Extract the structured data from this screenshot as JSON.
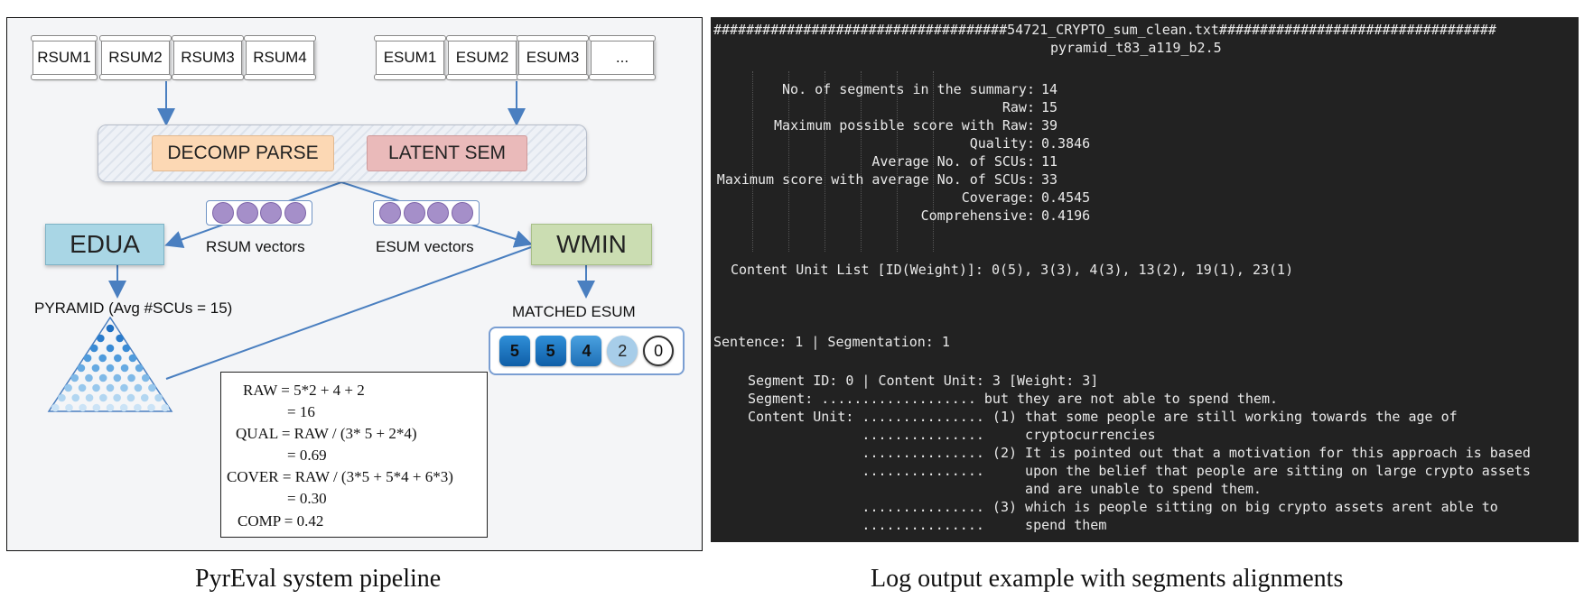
{
  "left": {
    "rsum_docs": [
      "RSUM1",
      "RSUM2",
      "RSUM3",
      "RSUM4"
    ],
    "esum_docs": [
      "ESUM1",
      "ESUM2",
      "ESUM3",
      "..."
    ],
    "decomp": "DECOMP PARSE",
    "latent": "LATENT SEM",
    "edua": "EDUA",
    "wmin": "WMIN",
    "rsum_vectors": "RSUM vectors",
    "esum_vectors": "ESUM vectors",
    "pyramid_label": "PYRAMID (Avg #SCUs = 15)",
    "matched_label": "MATCHED ESUM",
    "matched_scores": [
      "5",
      "5",
      "4",
      "2",
      "0"
    ],
    "formulas": [
      "RAW = 5*2 + 4 + 2",
      "= 16",
      "QUAL = RAW / (3* 5 + 2*4)",
      "= 0.69",
      "COVER = RAW / (3*5 + 5*4 + 6*3)",
      "= 0.30",
      "COMP = 0.42"
    ]
  },
  "log": {
    "header": "####################################54721_CRYPTO_sum_clean.txt##################################",
    "subheader": "pyramid_t83_a119_b2.5",
    "stats": [
      {
        "label": "No. of segments in the summary:",
        "value": "14"
      },
      {
        "label": "Raw:",
        "value": "15"
      },
      {
        "label": "Maximum possible score with Raw:",
        "value": "39"
      },
      {
        "label": "Quality:",
        "value": "0.3846"
      },
      {
        "label": "Average No. of SCUs:",
        "value": "11"
      },
      {
        "label": "Maximum score with average No. of SCUs:",
        "value": "33"
      },
      {
        "label": "Coverage:",
        "value": "0.4545"
      },
      {
        "label": "Comprehensive:",
        "value": "0.4196"
      }
    ],
    "content_unit_list": "Content Unit List [ID(Weight)]: 0(5), 3(3), 4(3), 13(2), 19(1), 23(1)",
    "sentence": "Sentence: 1 | Segmentation: 1",
    "segment_id": "Segment ID: 0 | Content Unit: 3 [Weight: 3]",
    "segment": "Segment: ................... but they are not able to spend them.",
    "cu_lines": [
      "Content Unit: ............... (1) that some people are still working towards the age of",
      "                                  cryptocurrencies",
      "              ...............",
      "              ............... (2) It is pointed out that a motivation for this approach is based",
      "              ...............     upon the belief that people are sitting on large crypto assets",
      "                                  and are unable to spend them.",
      "              ............... (3) which is people sitting on big crypto assets arent able to",
      "              ...............     spend them"
    ]
  },
  "captions": {
    "left": "PyrEval system pipeline",
    "right": "Log output example with segments alignments"
  }
}
